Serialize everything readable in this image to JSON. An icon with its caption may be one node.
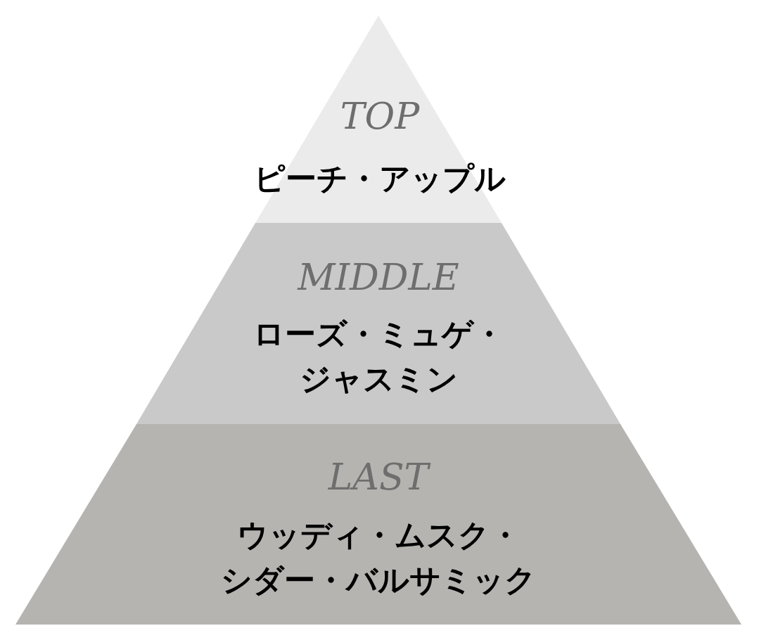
{
  "diagram": {
    "nodes": [
      {
        "text": [
          "TOP",
          "ピーチ・アップル"
        ]
      },
      {
        "text": [
          "MIDDLE",
          "ローズ・ミュゲ・ジャスミン"
        ]
      },
      {
        "text": [
          "LAST",
          "ウッディ・ムスク・シダー・バルサミック"
        ]
      }
    ]
  }
}
